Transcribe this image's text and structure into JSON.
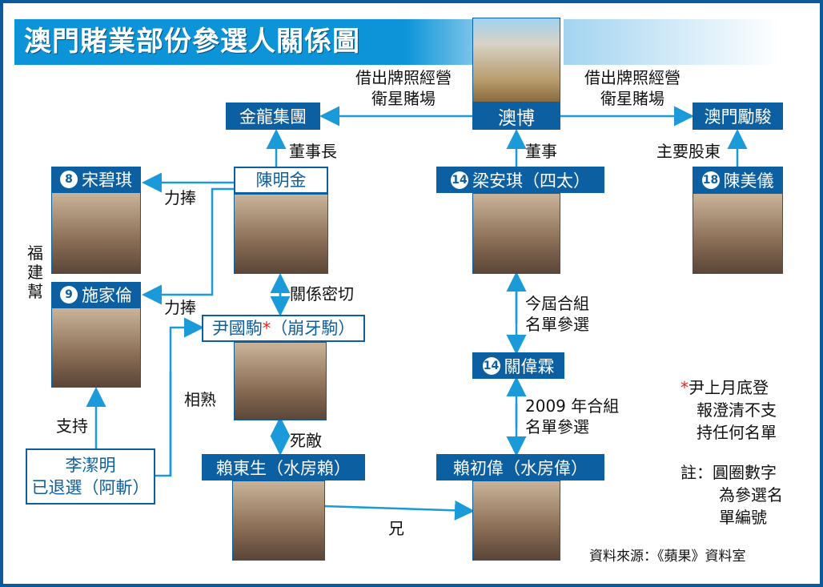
{
  "title": "澳門賭業部份參選人關係圖",
  "orgs": {
    "sjm": "澳博",
    "golden_dragon": "金龍集團",
    "macau_legend": "澳門勵駿"
  },
  "relations": {
    "sjm_to_gd": [
      "借出牌照經營",
      "衛星賭場"
    ],
    "sjm_to_ml": [
      "借出牌照經營",
      "衛星賭場"
    ],
    "chairman": "董事長",
    "director": "董事",
    "major_shareholder": "主要股東",
    "support1": "力捧",
    "support2": "力捧",
    "fujian": "福建幫",
    "close": "關係密切",
    "acquainted": "相熟",
    "enemy": "死敵",
    "backing": "支持",
    "brother": "兄",
    "current": [
      "今屆合組",
      "名單參選"
    ],
    "y2009": [
      "2009 年合組",
      "名單參選"
    ]
  },
  "people": {
    "song": {
      "num": "8",
      "name": "宋碧琪"
    },
    "si": {
      "num": "9",
      "name": "施家倫"
    },
    "chan": {
      "name": "陳明金"
    },
    "wan": {
      "name": "尹國駒",
      "mark": "*",
      "alias": "（崩牙駒）"
    },
    "lai_ds": {
      "name": "賴東生（水房賴）"
    },
    "lee": {
      "name": "李潔明",
      "status": "已退選（阿斬）"
    },
    "leong": {
      "num": "14",
      "name": "梁安琪（四太）"
    },
    "kwan": {
      "num": "14",
      "name": "關偉霖"
    },
    "lai_cw": {
      "name": "賴初偉（水房偉）"
    },
    "chanmy": {
      "num": "18",
      "name": "陳美儀"
    }
  },
  "notes": {
    "star": "*",
    "star_note": [
      "尹上月底登",
      "報澄清不支",
      "持任何名單"
    ],
    "circle_note": [
      "註：圓圈數字",
      "為參選名",
      "單編號"
    ],
    "source": "資料來源：《蘋果》資料室"
  },
  "colors": {
    "primary": "#0c5fa0",
    "accent": "#0d94d8",
    "line": "#1a9ad8",
    "star": "#e2231a"
  }
}
